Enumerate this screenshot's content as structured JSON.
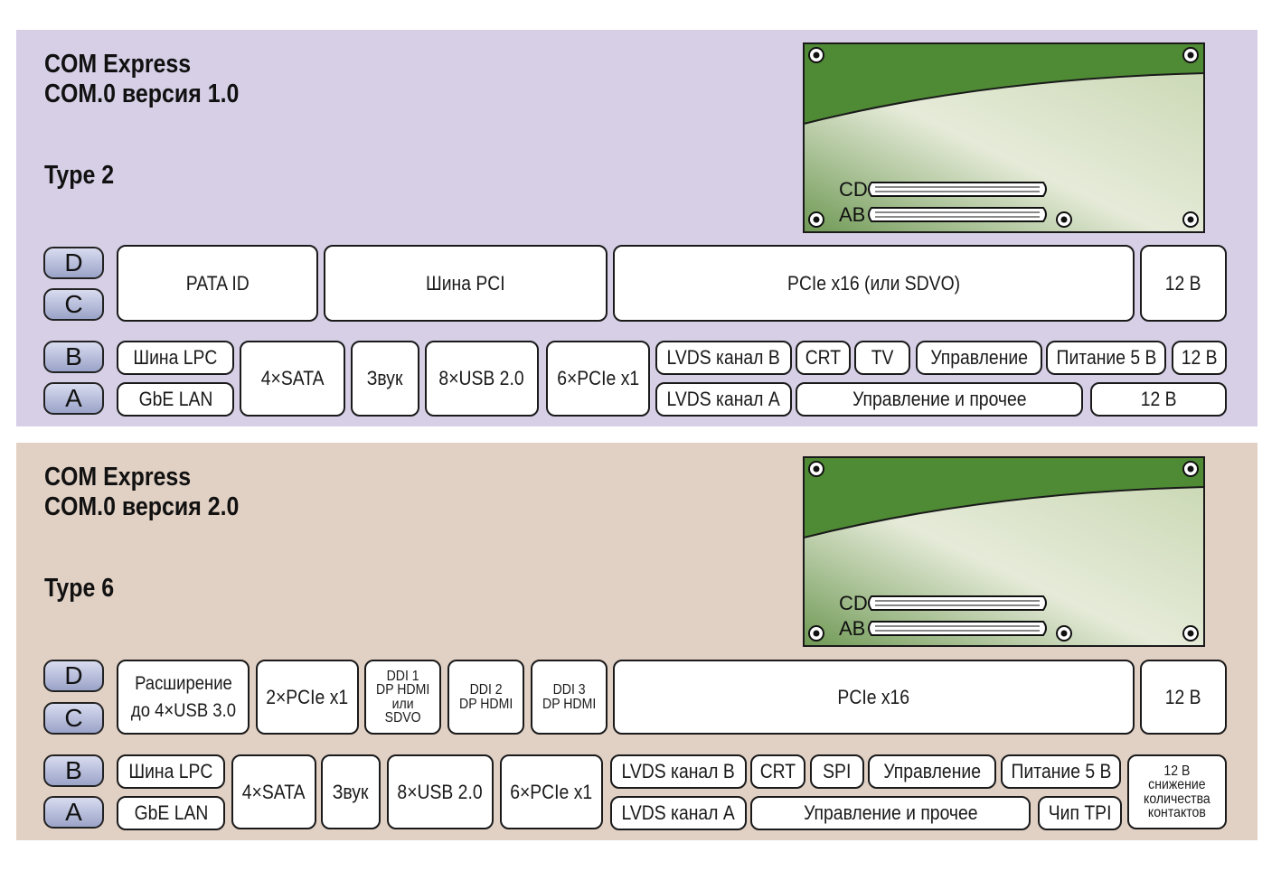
{
  "panels": [
    {
      "title_line1": "COM Express",
      "title_line2": "COM.0 версия 1.0",
      "type": "Type 2",
      "board": {
        "label_cd": "CD",
        "label_ab": "AB"
      },
      "rows": {
        "d": "D",
        "c": "C",
        "b": "B",
        "a": "A"
      },
      "dc": [
        "PATA ID",
        "Шина PCI",
        "PCIe x16 (или SDVO)",
        "12 В"
      ],
      "b": [
        "Шина LPC",
        "LVDS канал B",
        "CRT",
        "TV",
        "Управление",
        "Питание 5 В",
        "12 В"
      ],
      "ab": [
        "4×SATA",
        "Звук",
        "8×USB 2.0",
        "6×PCIe x1"
      ],
      "a": [
        "GbE LAN",
        "LVDS канал A",
        "Управление и прочее",
        "12 В"
      ]
    },
    {
      "title_line1": "COM Express",
      "title_line2": "COM.0 версия 2.0",
      "type": "Type 6",
      "board": {
        "label_cd": "CD",
        "label_ab": "AB"
      },
      "rows": {
        "d": "D",
        "c": "C",
        "b": "B",
        "a": "A"
      },
      "dc": [
        "Расширение\nдо 4×USB 3.0",
        "2×PCIe x1",
        "DDI 1\nDP HDMI\nили\nSDVO",
        "DDI 2\nDP HDMI",
        "DDI 3\nDP HDMI",
        "PCIe x16",
        "12 В"
      ],
      "b": [
        "Шина LPC",
        "LVDS канал B",
        "CRT",
        "SPI",
        "Управление",
        "Питание 5 В"
      ],
      "ab": [
        "4×SATA",
        "Звук",
        "8×USB 2.0",
        "6×PCIe x1",
        "12 В\nснижение\nколичества\nконтактов"
      ],
      "a": [
        "GbE LAN",
        "LVDS канал A",
        "Управление и прочее",
        "Чип TPI"
      ]
    }
  ],
  "colors": {
    "panel1": "#d6cfe6",
    "panel2": "#e1d0c4",
    "board_green": "#4f8a35"
  }
}
